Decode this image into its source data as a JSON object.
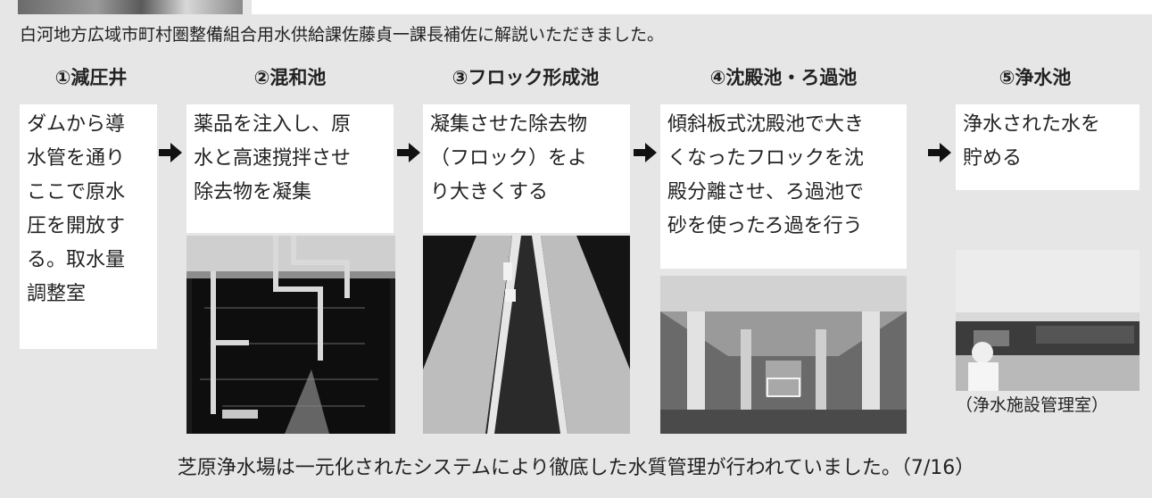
{
  "intro": "白河地方広域市町村圏整備組合用水供給課佐藤貞一課長補佐に解説いただきました。",
  "steps": [
    {
      "title": "①減圧井",
      "lines": [
        "ダムから導",
        "水管を通り",
        "ここで原水",
        "圧を開放す",
        "る。取水量",
        "調整室"
      ]
    },
    {
      "title": "②混和池",
      "lines": [
        "薬品を注入し、原",
        "水と高速撹拌させ",
        "除去物を凝集"
      ]
    },
    {
      "title": "③フロック形成池",
      "lines": [
        "凝集させた除去物",
        "（フロック）をよ",
        "り大きくする"
      ]
    },
    {
      "title": "④沈殿池・ろ過池",
      "lines": [
        "傾斜板式沈殿池で大き",
        "くなったフロックを沈",
        "殿分離させ、ろ過池で",
        "砂を使ったろ過を行う"
      ]
    },
    {
      "title": "⑤浄水池",
      "lines": [
        "浄水された水を",
        "貯める"
      ]
    }
  ],
  "caption": "（浄水施設管理室）",
  "footer": "芝原浄水場は一元化されたシステムにより徹底した水質管理が行われていました。（7/16）",
  "colors": {
    "background": "#e6e6e6",
    "box": "#ffffff",
    "text": "#222222"
  }
}
